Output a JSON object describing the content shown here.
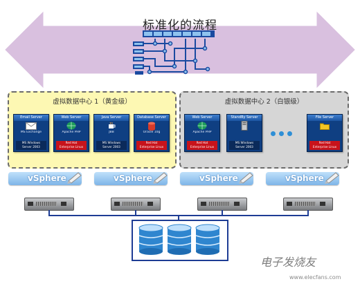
{
  "title": "标准化的流程",
  "datacenters": [
    {
      "label": "虚拟数据中心 1（黄金级）",
      "servers": [
        {
          "title": "Email Server",
          "icon": "envelope-icon",
          "sub": "MS Exchange",
          "os": [
            "MS Windows",
            "Server 2003"
          ],
          "os_color": "#0b2a5a"
        },
        {
          "title": "Web Server",
          "icon": "globe-icon",
          "sub": "Apache PHP",
          "os": [
            "Red Hat",
            "Enterprise Linux"
          ],
          "os_color": "#c8131b"
        },
        {
          "title": "Java Server",
          "icon": "cup-icon",
          "sub": "JBB",
          "os": [
            "MS Windows",
            "Server 2003"
          ],
          "os_color": "#0b2a5a"
        },
        {
          "title": "Database Server",
          "icon": "database-icon",
          "sub": "Oracle 10g",
          "os": [
            "Red Hat",
            "Enterprise Linux"
          ],
          "os_color": "#c8131b"
        }
      ]
    },
    {
      "label": "虚拟数据中心 2（白银级）",
      "servers": [
        {
          "title": "Web Server",
          "icon": "globe-icon",
          "sub": "Apache PHP",
          "os": [
            "Red Hat",
            "Enterprise Linux"
          ],
          "os_color": "#c8131b"
        },
        {
          "title": "StandBy Server",
          "icon": "tower-server-icon",
          "sub": "",
          "os": [
            "MS Windows",
            "Server 2003"
          ],
          "os_color": "#0b2a5a"
        },
        {
          "title": "File Server",
          "icon": "folder-icon",
          "sub": "",
          "os": [
            "Red Hat",
            "Enterprise Linux"
          ],
          "os_color": "#c8131b"
        }
      ]
    }
  ],
  "vsphere": [
    "vSphere",
    "vSphere",
    "vSphere",
    "vSphere"
  ],
  "colors": {
    "arrow": "#d9c0df",
    "dc1_bg": "#fdf8b3",
    "dc2_bg": "#d6d6d6",
    "link": "#1d3c94",
    "storage": "#2f86cf"
  },
  "watermark": "电子发烧友",
  "watermark_url": "www.elecfans.com"
}
